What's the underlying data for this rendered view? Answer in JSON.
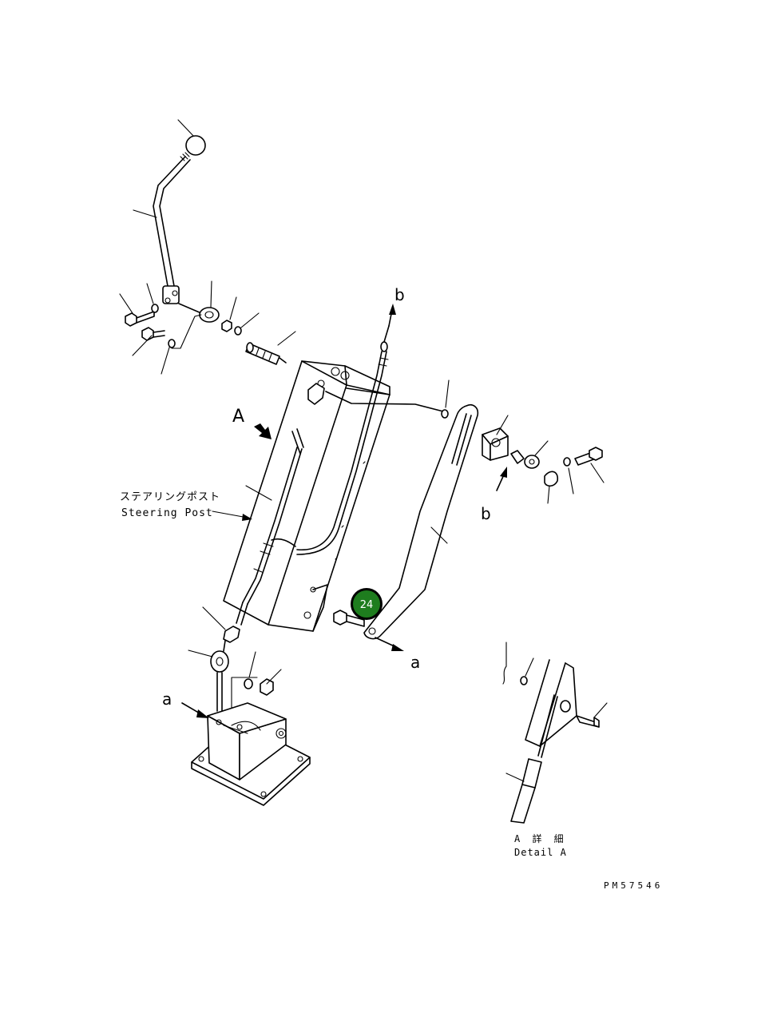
{
  "labels": {
    "view_marker": "A",
    "arrow_b_top": "b",
    "arrow_b_right": "b",
    "arrow_a_right": "a",
    "arrow_a_left": "a",
    "steering_post_jp": "ステアリングポスト",
    "steering_post_en": "Steering Post",
    "detail_jp": "A 詳 細",
    "detail_en": "Detail A",
    "drawing_number": "PM57546"
  },
  "callout": {
    "number": "24",
    "fill_color": "#1e7d1e",
    "ring_color": "#000000"
  }
}
